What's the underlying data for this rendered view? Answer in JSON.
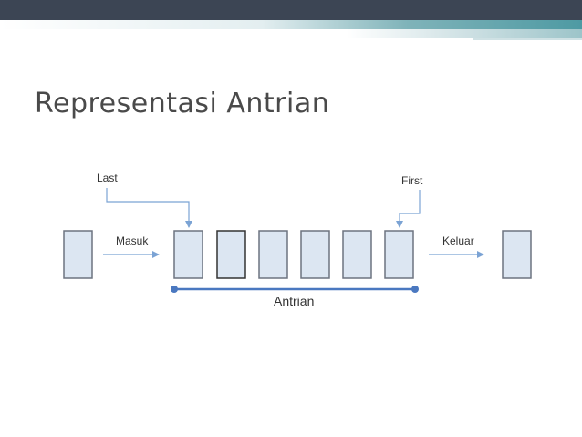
{
  "slide": {
    "title": "Representasi Antrian"
  },
  "diagram": {
    "labels": {
      "last": "Last",
      "first": "First",
      "masuk": "Masuk",
      "keluar": "Keluar",
      "antrian": "Antrian"
    },
    "queue_box_count": 6,
    "colors": {
      "box_fill": "#dce6f2",
      "box_stroke": "#6d7480",
      "pointer_line": "#7ba3d4",
      "axis_line": "#4a78c0",
      "header_dark": "#3c4554",
      "header_teal": "#4e9aa3"
    }
  }
}
